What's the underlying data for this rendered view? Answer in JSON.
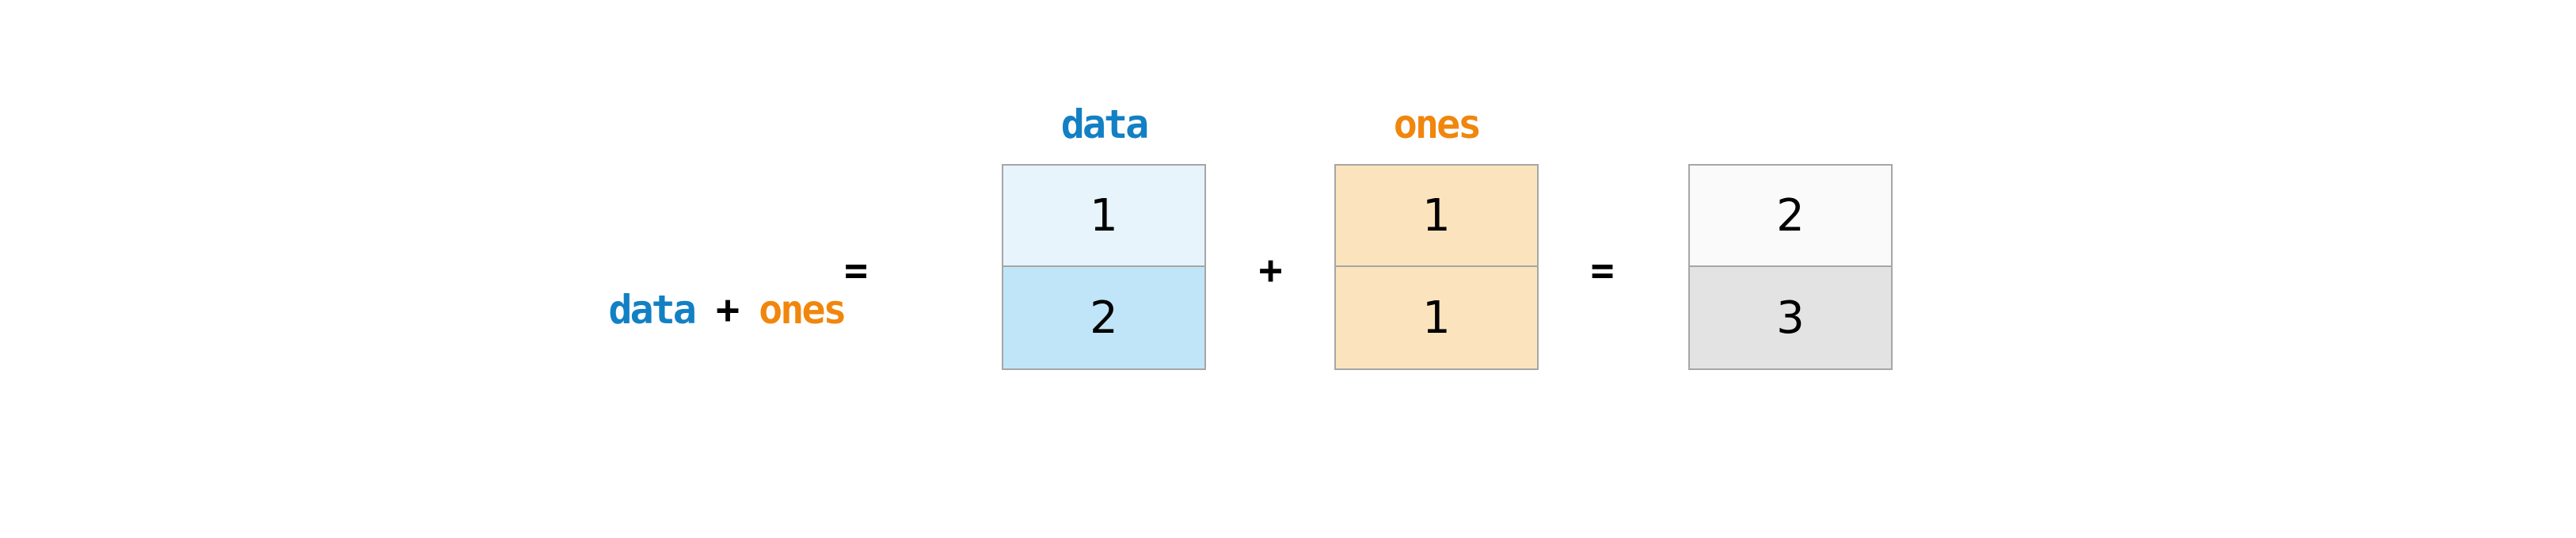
{
  "figure": {
    "expression": {
      "terms": [
        {
          "text": "data",
          "color": "#1380c4"
        },
        {
          "text": "+",
          "color": "#000000"
        },
        {
          "text": "ones",
          "color": "#f0860c"
        }
      ],
      "spacer": " ",
      "equals": "="
    },
    "plus_operator": "+",
    "equals_operator": "=",
    "arrays": [
      {
        "id": "data",
        "label": "data",
        "label_color": "#1380c4",
        "cells": [
          {
            "value": "1",
            "fill": "#e7f4fc"
          },
          {
            "value": "2",
            "fill": "#c1e5f8"
          }
        ]
      },
      {
        "id": "ones",
        "label": "ones",
        "label_color": "#f0860c",
        "cells": [
          {
            "value": "1",
            "fill": "#fbe4bd"
          },
          {
            "value": "1",
            "fill": "#fbe4bd"
          }
        ]
      },
      {
        "id": "result",
        "label": "",
        "cells": [
          {
            "value": "2",
            "fill": "#fafafa"
          },
          {
            "value": "3",
            "fill": "#e3e3e3"
          }
        ]
      }
    ],
    "colors": {
      "background": "#ffffff",
      "border": "#a6a6a6",
      "number_text": "#000000"
    }
  }
}
